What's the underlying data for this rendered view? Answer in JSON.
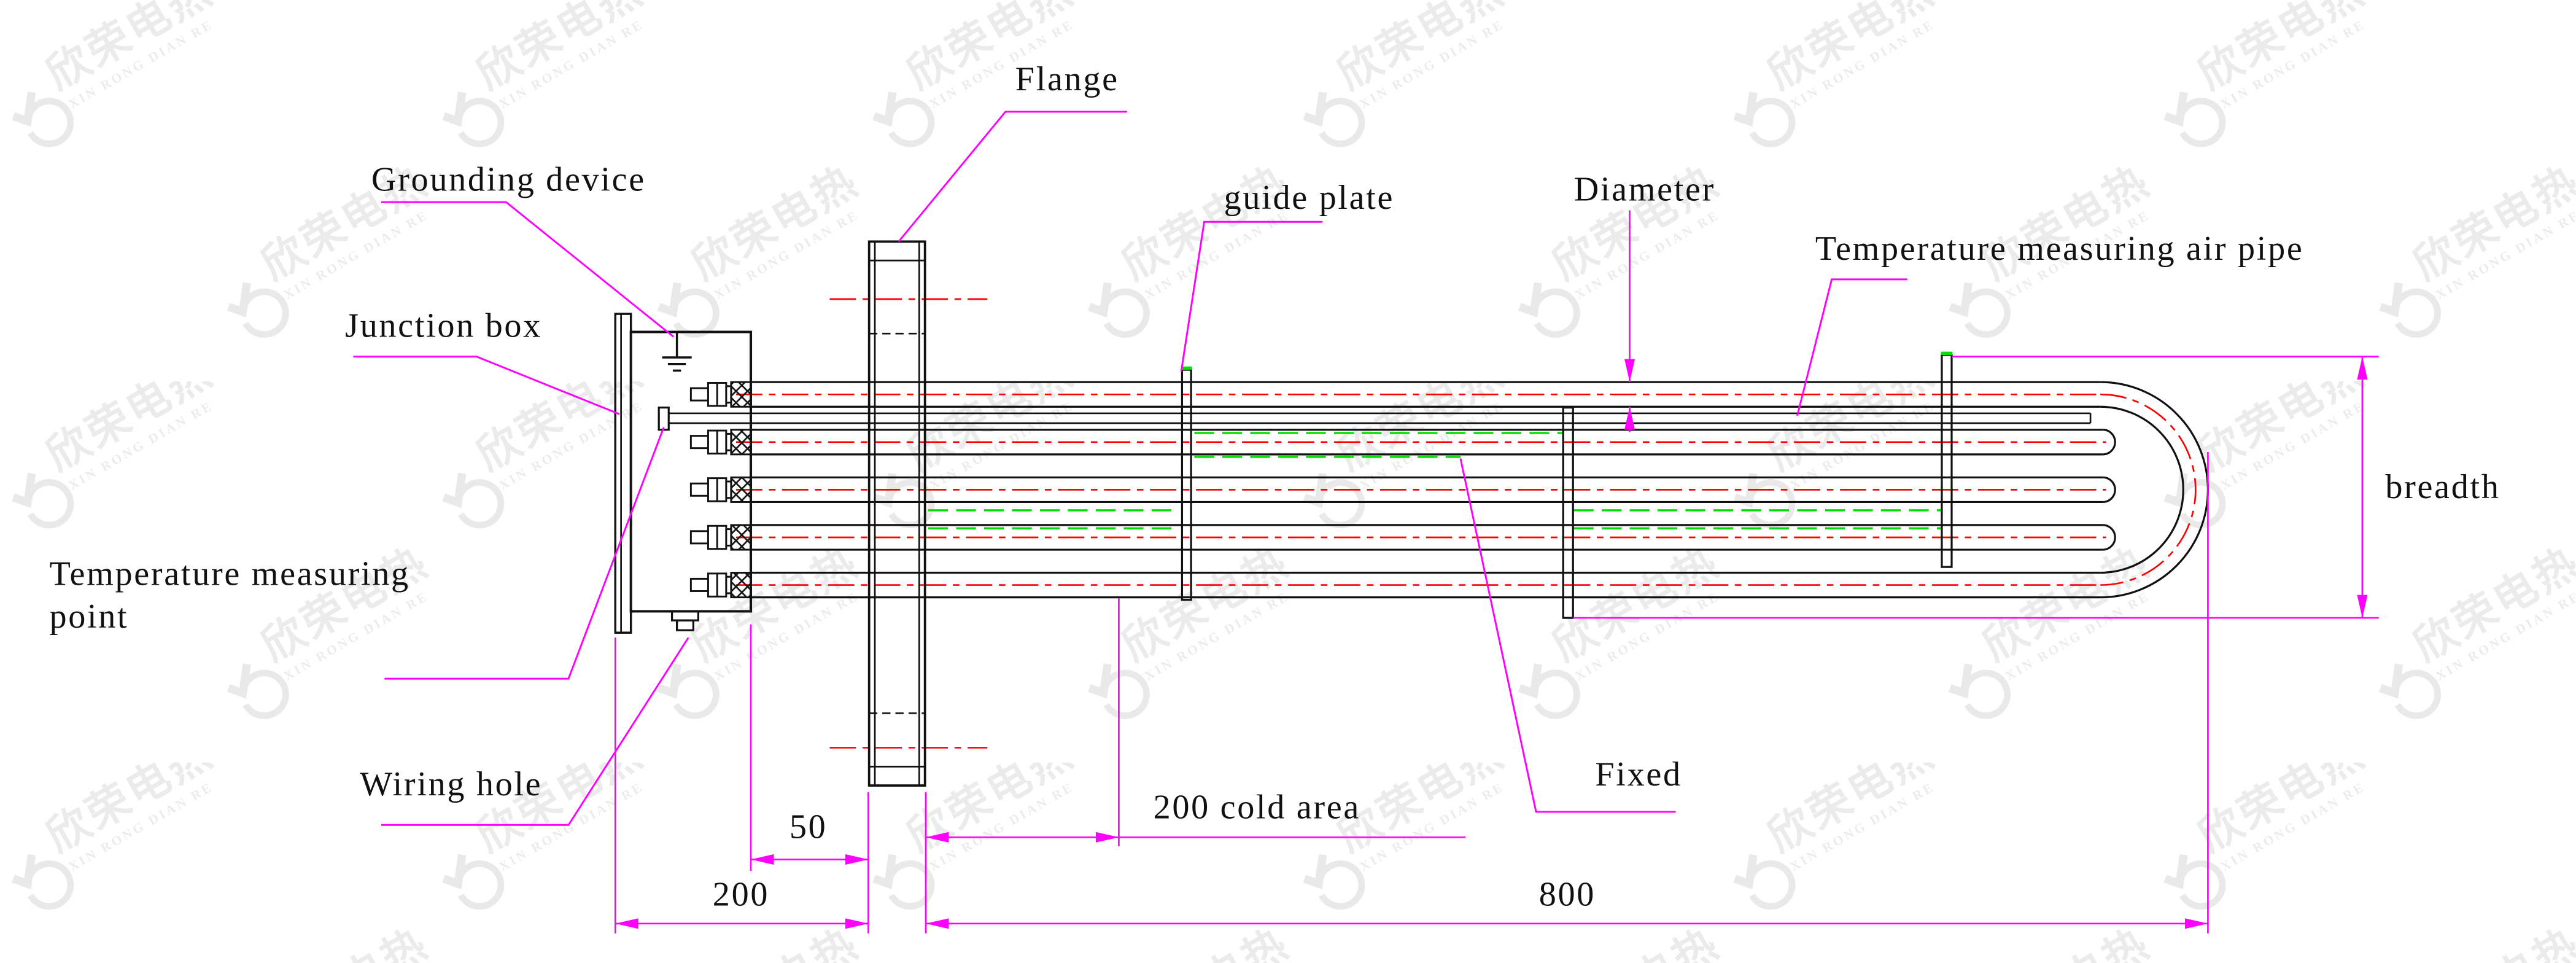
{
  "drawing": {
    "labels": {
      "flange": "Flange",
      "grounding_device": "Grounding device",
      "junction_box": "Junction box",
      "temp_measuring_line1": "Temperature measuring",
      "temp_measuring_line2": "point",
      "wiring_hole": "Wiring hole",
      "guide_plate": "guide plate",
      "diameter": "Diameter",
      "air_pipe": "Temperature measuring air pipe",
      "breadth": "breadth",
      "fixed": "Fixed"
    },
    "dimensions": {
      "box_to_flange": "50",
      "left_length": "200",
      "cold_area": "200 cold area",
      "total_length": "800"
    },
    "watermark": {
      "cn_text": "欣荣电热",
      "en_text": "XIN RONG DIAN RE"
    },
    "colors": {
      "leader_magenta": "#FF00FF",
      "centerline_red": "#FF0000",
      "temp_pipe_green": "#00DD00",
      "outline_black": "#111111",
      "background": "#FFFFFF"
    }
  }
}
